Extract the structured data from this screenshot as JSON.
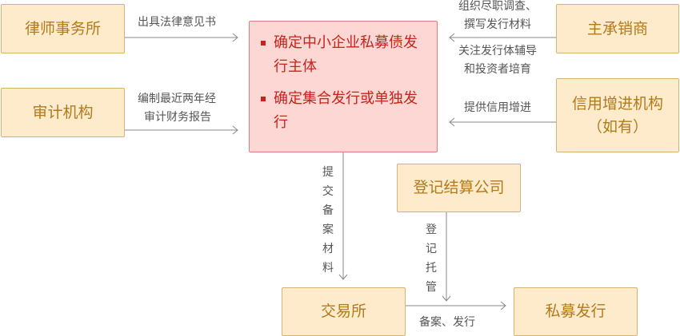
{
  "nodes": {
    "law_firm": "律师事务所",
    "audit": "审计机构",
    "underwriter": "主承销商",
    "credit": "信用增进机构",
    "credit_note": "（如有）",
    "registry": "登记结算公司",
    "exchange": "交易所",
    "private_issue": "私募发行"
  },
  "center": {
    "items": [
      "确定中小企业私募债发行主体",
      "确定集合发行或单独发行"
    ]
  },
  "edges": {
    "law_firm": "出具法律意见书",
    "audit_1": "编制最近两年经",
    "audit_2": "审计财务报告",
    "underwriter_top_1": "组织尽职调查、",
    "underwriter_top_2": "撰写发行材料",
    "underwriter_bot_1": "关注发行体辅导",
    "underwriter_bot_2": "和投资者培育",
    "credit": "提供信用增进",
    "submit": "提交备案材料",
    "registry": "登记托管",
    "exchange": "备案、发行"
  },
  "colors": {
    "box_fill": "#fdebcb",
    "box_border": "#d6b46d",
    "box_text": "#b27a1a",
    "center_fill": "#fdd7d4",
    "center_border": "#e07b7b",
    "center_text": "#c9221b"
  }
}
